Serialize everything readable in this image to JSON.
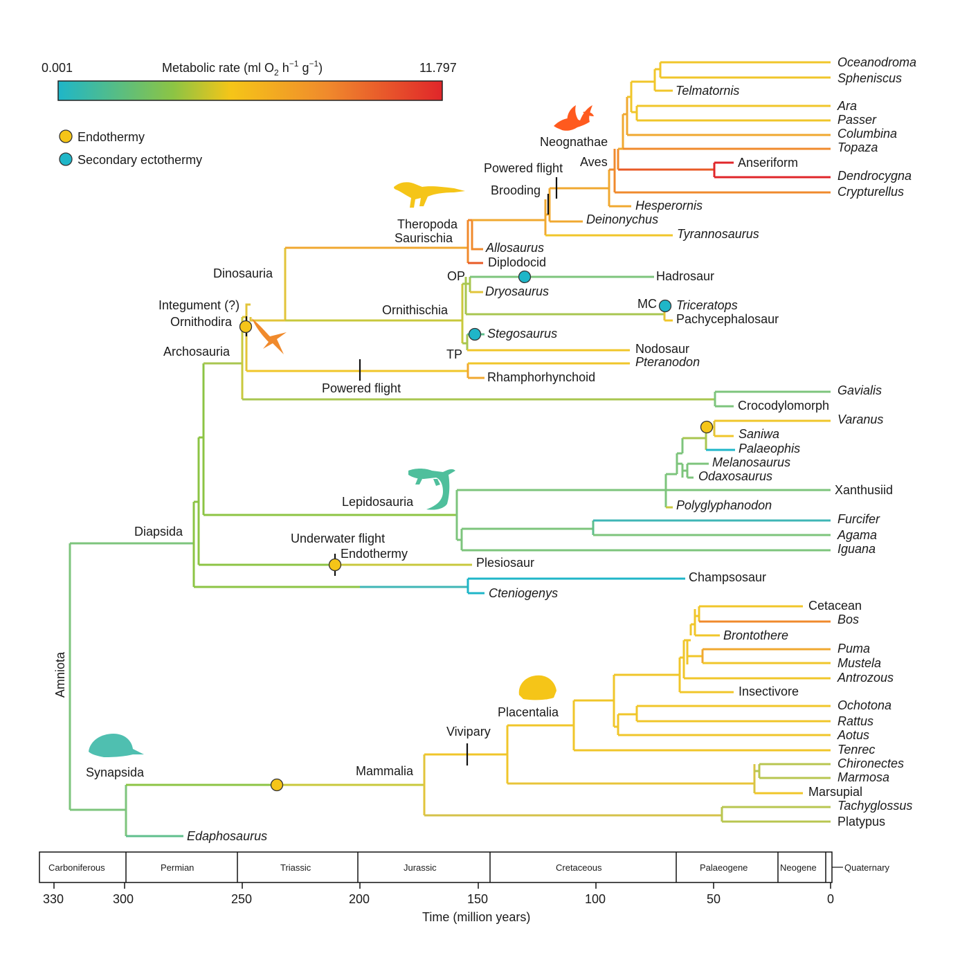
{
  "colorbar": {
    "min": "0.001",
    "max": "11.797",
    "title": "Metabolic rate (ml O",
    "title_sub": "2",
    "title_mid": " h",
    "title_sup1": "−1",
    "title_g": " g",
    "title_sup2": "−1",
    "title_end": ")",
    "colors": [
      "#1fb6c8",
      "#7cc47c",
      "#f5c518",
      "#f08a2c",
      "#e0262a"
    ]
  },
  "legend": {
    "endothermy": "Endothermy",
    "secondary_ectothermy": "Secondary ectothermy",
    "endothermy_color": "#f5c518",
    "secondary_color": "#1fb6c8"
  },
  "clades": {
    "amniota": "Amniota",
    "synapsida": "Synapsida",
    "diapsida": "Diapsida",
    "archosauria": "Archosauria",
    "ornithodira": "Ornithodira",
    "integument": "Integument (?)",
    "dinosauria": "Dinosauria",
    "theropoda": "Theropoda",
    "saurischia": "Saurischia",
    "ornithischia": "Ornithischia",
    "op": "OP",
    "tp": "TP",
    "mc": "MC",
    "neognathae": "Neognathae",
    "aves": "Aves",
    "powered_flight_birds": "Powered flight",
    "brooding": "Brooding",
    "powered_flight_ptero": "Powered flight",
    "lepidosauria": "Lepidosauria",
    "underwater_flight": "Underwater flight",
    "endothermy_ples": "Endothermy",
    "mammalia": "Mammalia",
    "vivipary": "Vivipary",
    "placentalia": "Placentalia"
  },
  "taxa": {
    "oceanodroma": "Oceanodroma",
    "spheniscus": "Spheniscus",
    "telmatornis": "Telmatornis",
    "ara": "Ara",
    "passer": "Passer",
    "columbina": "Columbina",
    "topaza": "Topaza",
    "anseriform": "Anseriform",
    "dendrocygna": "Dendrocygna",
    "crypturellus": "Crypturellus",
    "hesperornis": "Hesperornis",
    "deinonychus": "Deinonychus",
    "tyrannosaurus": "Tyrannosaurus",
    "allosaurus": "Allosaurus",
    "diplodocid": "Diplodocid",
    "hadrosaur": "Hadrosaur",
    "dryosaurus": "Dryosaurus",
    "triceratops": "Triceratops",
    "pachycephalosaur": "Pachycephalosaur",
    "stegosaurus": "Stegosaurus",
    "nodosaur": "Nodosaur",
    "pteranodon": "Pteranodon",
    "rhamphorhynchoid": "Rhamphorhynchoid",
    "gavialis": "Gavialis",
    "crocodylomorph": "Crocodylomorph",
    "varanus": "Varanus",
    "saniwa": "Saniwa",
    "palaeophis": "Palaeophis",
    "melanosaurus": "Melanosaurus",
    "odaxosaurus": "Odaxosaurus",
    "xanthusiid": "Xanthusiid",
    "polyglyphanodon": "Polyglyphanodon",
    "furcifer": "Furcifer",
    "agama": "Agama",
    "iguana": "Iguana",
    "plesiosaur": "Plesiosaur",
    "champsosaur": "Champsosaur",
    "cteniogenys": "Cteniogenys",
    "cetacean": "Cetacean",
    "bos": "Bos",
    "brontothere": "Brontothere",
    "puma": "Puma",
    "mustela": "Mustela",
    "antrozous": "Antrozous",
    "insectivore": "Insectivore",
    "ochotona": "Ochotona",
    "rattus": "Rattus",
    "aotus": "Aotus",
    "tenrec": "Tenrec",
    "chironectes": "Chironectes",
    "marmosa": "Marmosa",
    "marsupial": "Marsupial",
    "tachyglossus": "Tachyglossus",
    "platypus": "Platypus",
    "edaphosaurus": "Edaphosaurus"
  },
  "timescale": {
    "periods": [
      "Carboniferous",
      "Permian",
      "Triassic",
      "Jurassic",
      "Cretaceous",
      "Palaeogene",
      "Neogene",
      "Quaternary"
    ],
    "ticks": [
      "330",
      "300",
      "250",
      "200",
      "150",
      "100",
      "50",
      "0"
    ],
    "xlabel": "Time (million years)"
  },
  "icons": {
    "bird": "bird-silhouette-icon",
    "theropod": "theropod-silhouette-icon",
    "pterosaur": "pterosaur-silhouette-icon",
    "lizard": "lizard-silhouette-icon",
    "hedgehog": "hedgehog-silhouette-icon",
    "dimetrodon": "synapsid-silhouette-icon"
  }
}
